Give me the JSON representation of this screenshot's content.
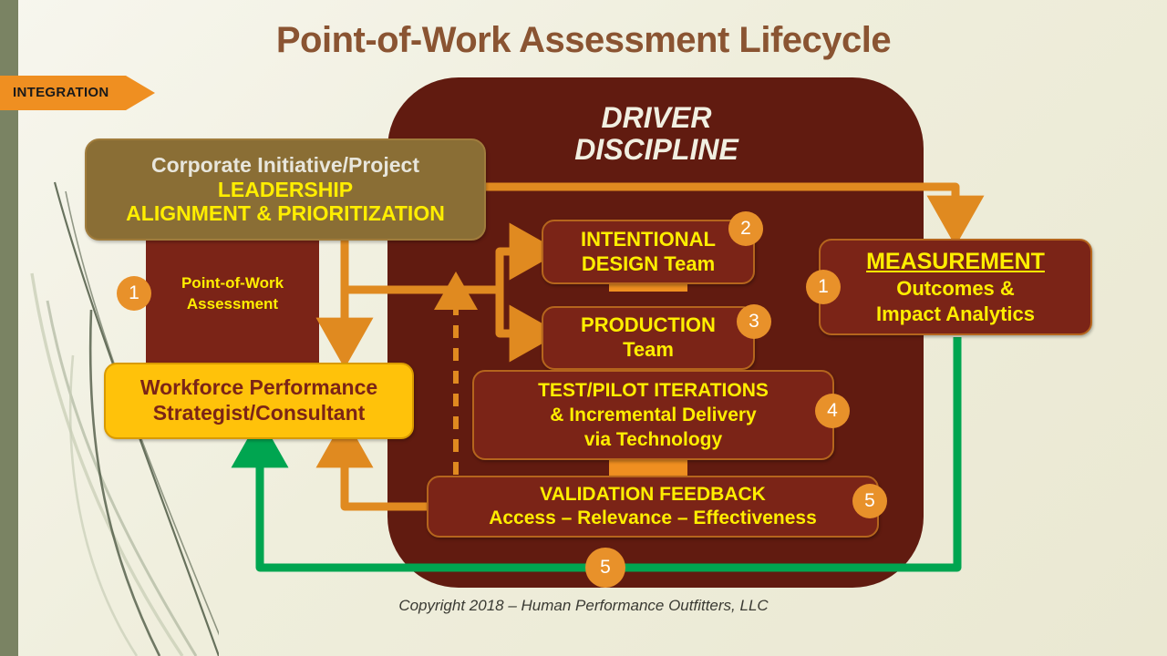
{
  "title": "Point-of-Work Assessment Lifecycle",
  "integration_tag": {
    "label": "INTEGRATION"
  },
  "panel": {
    "label_line1": "DRIVER",
    "label_line2": "DISCIPLINE"
  },
  "boxes": {
    "leadership": {
      "line1": "Corporate Initiative/Project",
      "line2": "LEADERSHIP",
      "line3": "ALIGNMENT & PRIORITIZATION"
    },
    "point_of_work": {
      "line1": "Point-of-Work",
      "line2": "Assessment",
      "number": "1"
    },
    "workforce": {
      "line1": "Workforce Performance",
      "line2": "Strategist/Consultant"
    },
    "intentional_design": {
      "line1": "INTENTIONAL",
      "line2": "DESIGN Team",
      "number": "2"
    },
    "production": {
      "line1": "PRODUCTION",
      "line2": "Team",
      "number": "3"
    },
    "test_pilot": {
      "line1": "TEST/PILOT ITERATIONS",
      "line2": "& Incremental Delivery",
      "line3": "via Technology",
      "number": "4"
    },
    "validation": {
      "line1": "VALIDATION FEEDBACK",
      "line2": "Access – Relevance – Effectiveness",
      "number": "5"
    },
    "measurement": {
      "head": "MEASUREMENT",
      "line1": "Outcomes &",
      "line2": "Impact Analytics",
      "number": "1"
    }
  },
  "loop_marker": {
    "number": "5"
  },
  "copyright": "Copyright 2018 – Human Performance Outfitters, LLC",
  "colors": {
    "background": "#efeedc",
    "panel_dark": "#611b10",
    "box_dark_red": "#7b2417",
    "accent_orange": "#ef8f21",
    "accent_green": "#00a550",
    "yellow_text": "#ffee00",
    "yellow_box": "#ffc20a",
    "title_brown": "#8a5432",
    "olive_bar": "#7a8363",
    "leader_box": "#8a6e35"
  }
}
